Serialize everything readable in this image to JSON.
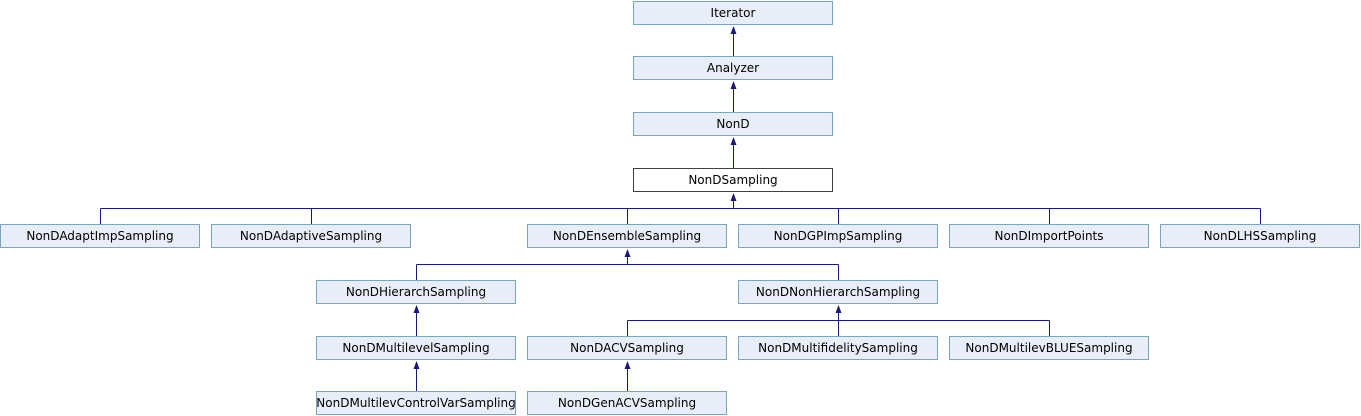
{
  "diagram": {
    "nodes": [
      {
        "id": "iterator",
        "label": "Iterator"
      },
      {
        "id": "analyzer",
        "label": "Analyzer"
      },
      {
        "id": "nond",
        "label": "NonD"
      },
      {
        "id": "nondsampling",
        "label": "NonDSampling",
        "current": true
      },
      {
        "id": "adaptimp",
        "label": "NonDAdaptImpSampling"
      },
      {
        "id": "adaptive",
        "label": "NonDAdaptiveSampling"
      },
      {
        "id": "ensemble",
        "label": "NonDEnsembleSampling"
      },
      {
        "id": "gpimp",
        "label": "NonDGPImpSampling"
      },
      {
        "id": "importpoints",
        "label": "NonDImportPoints"
      },
      {
        "id": "lhs",
        "label": "NonDLHSSampling"
      },
      {
        "id": "hierarch",
        "label": "NonDHierarchSampling"
      },
      {
        "id": "nonhierarch",
        "label": "NonDNonHierarchSampling"
      },
      {
        "id": "multilevel",
        "label": "NonDMultilevelSampling"
      },
      {
        "id": "acv",
        "label": "NonDACVSampling"
      },
      {
        "id": "multifidelity",
        "label": "NonDMultifidelitySampling"
      },
      {
        "id": "mlblue",
        "label": "NonDMultilevBLUESampling"
      },
      {
        "id": "mlcv",
        "label": "NonDMultilevControlVarSampling"
      },
      {
        "id": "genacv",
        "label": "NonDGenACVSampling"
      }
    ],
    "edges": [
      {
        "parent": "iterator",
        "children": [
          "analyzer"
        ]
      },
      {
        "parent": "analyzer",
        "children": [
          "nond"
        ]
      },
      {
        "parent": "nond",
        "children": [
          "nondsampling"
        ]
      },
      {
        "parent": "nondsampling",
        "children": [
          "adaptimp",
          "adaptive",
          "ensemble",
          "gpimp",
          "importpoints",
          "lhs"
        ]
      },
      {
        "parent": "ensemble",
        "children": [
          "hierarch",
          "nonhierarch"
        ]
      },
      {
        "parent": "hierarch",
        "children": [
          "multilevel"
        ]
      },
      {
        "parent": "nonhierarch",
        "children": [
          "acv",
          "multifidelity",
          "mlblue"
        ]
      },
      {
        "parent": "multilevel",
        "children": [
          "mlcv"
        ]
      },
      {
        "parent": "acv",
        "children": [
          "genacv"
        ]
      }
    ],
    "colors": {
      "node_fill": "#e8eef7",
      "node_border": "#7aa5be",
      "current_fill": "#ffffff",
      "current_border": "#404040",
      "edge": "#1a1a7e"
    }
  }
}
